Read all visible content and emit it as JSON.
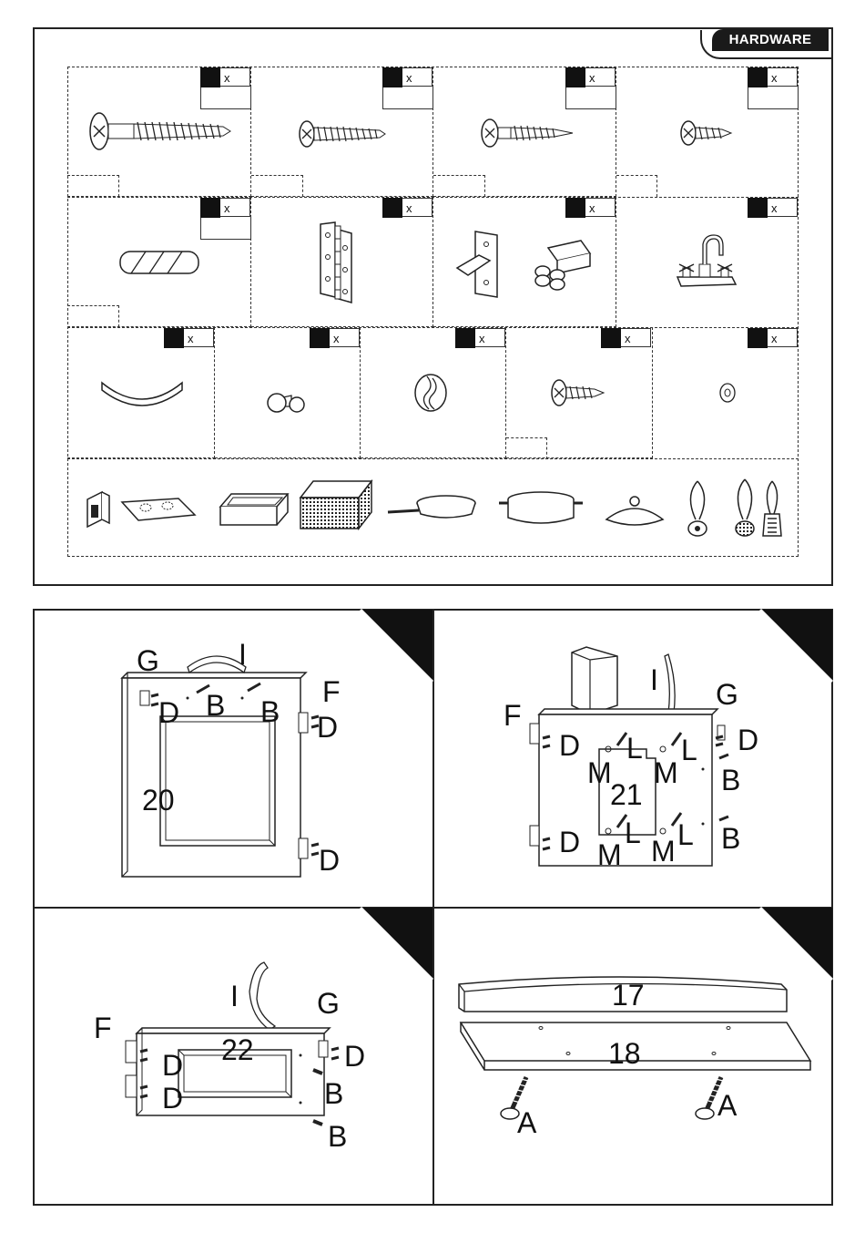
{
  "hardware_panel": {
    "title": "HARDWARE",
    "qty_mark": "x",
    "items": [
      {
        "icon": "large-screw-icon"
      },
      {
        "icon": "medium-screw-icon"
      },
      {
        "icon": "wood-screw-icon"
      },
      {
        "icon": "small-screw-icon"
      },
      {
        "icon": "dowel-icon"
      },
      {
        "icon": "hinge-icon"
      },
      {
        "icon": "catch-bracket-icon"
      },
      {
        "icon": "faucet-icon"
      },
      {
        "icon": "handle-icon"
      },
      {
        "icon": "knob-icon"
      },
      {
        "icon": "round-knob-icon"
      },
      {
        "icon": "short-screw-icon"
      },
      {
        "icon": "washer-icon"
      }
    ],
    "accessories": [
      "sink-icon",
      "stove-top-icon",
      "tray-icon",
      "basket-icon",
      "frying-pan-icon",
      "pot-icon",
      "lid-icon",
      "ladle-icon",
      "slotted-spoon-icon",
      "spatula-icon"
    ]
  },
  "steps": {
    "step1": {
      "part": "20",
      "labels": {
        "g": "G",
        "i": "I",
        "b1": "B",
        "b2": "B",
        "f": "F",
        "d1": "D",
        "d2": "D",
        "d3": "D"
      }
    },
    "step2": {
      "part": "21",
      "labels": {
        "i": "I",
        "g": "G",
        "f": "F",
        "d1": "D",
        "d2": "D",
        "d3": "D",
        "l1": "L",
        "l2": "L",
        "l3": "L",
        "l4": "L",
        "m1": "M",
        "m2": "M",
        "m3": "M",
        "m4": "M",
        "b1": "B",
        "b2": "B"
      }
    },
    "step3": {
      "part": "22",
      "labels": {
        "i": "I",
        "g": "G",
        "f": "F",
        "d1": "D",
        "d2": "D",
        "d3": "D",
        "b1": "B",
        "b2": "B"
      }
    },
    "step4": {
      "part_top": "17",
      "part_bottom": "18",
      "labels": {
        "a1": "A",
        "a2": "A"
      }
    }
  }
}
